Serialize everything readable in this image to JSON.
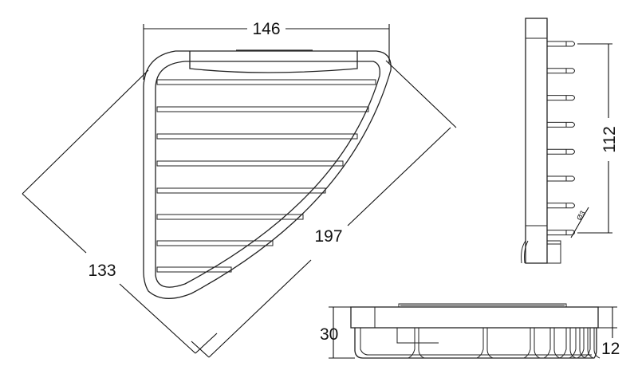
{
  "dimensions": {
    "top_width": "146",
    "front_depth": "133",
    "diagonal": "197",
    "bar_span": "112",
    "bar_diameter": "Ø3",
    "height": "30",
    "plate_height": "12"
  },
  "views": {
    "top_bars": 8,
    "side_pins": 8
  }
}
